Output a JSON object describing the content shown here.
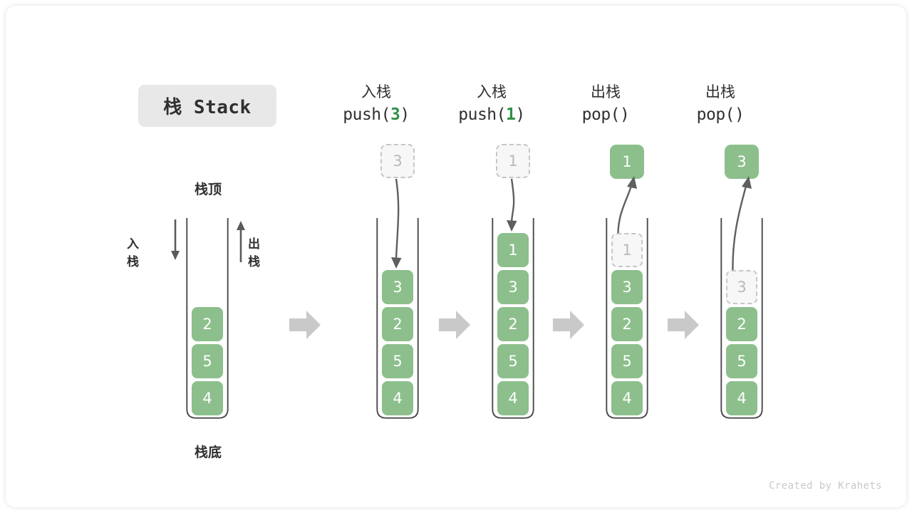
{
  "title": {
    "badge": "栈 Stack"
  },
  "colors": {
    "element": "#8cbf8c",
    "ghost_fill": "#f7f7f7",
    "ghost_border": "#c6c6c6",
    "accent_arg": "#2f8f46",
    "arrow_gray": "#b8b8b8",
    "stroke": "#555555",
    "text": "#303030"
  },
  "origin": {
    "label_top": "栈顶",
    "label_bottom": "栈底",
    "label_push": "入栈",
    "label_pop": "出栈",
    "stack": [
      "4",
      "5",
      "2"
    ],
    "capacity": 7
  },
  "steps": [
    {
      "id": "push-3",
      "head_cn": "入栈",
      "head_code_prefix": "push(",
      "head_code_arg": "3",
      "head_code_suffix": ")",
      "float_value": "3",
      "float_style": "ghost",
      "direction": "in",
      "stack": [
        "4",
        "5",
        "2",
        "3"
      ],
      "ghost_index": null,
      "capacity": 7
    },
    {
      "id": "push-1",
      "head_cn": "入栈",
      "head_code_prefix": "push(",
      "head_code_arg": "1",
      "head_code_suffix": ")",
      "float_value": "1",
      "float_style": "ghost",
      "direction": "in",
      "stack": [
        "4",
        "5",
        "2",
        "3",
        "1"
      ],
      "ghost_index": null,
      "capacity": 7
    },
    {
      "id": "pop-1",
      "head_cn": "出栈",
      "head_code_prefix": "pop(",
      "head_code_arg": "",
      "head_code_suffix": ")",
      "float_value": "1",
      "float_style": "filled",
      "direction": "out",
      "stack": [
        "4",
        "5",
        "2",
        "3",
        "1"
      ],
      "ghost_index": 4,
      "capacity": 7
    },
    {
      "id": "pop-3",
      "head_cn": "出栈",
      "head_code_prefix": "pop(",
      "head_code_arg": "",
      "head_code_suffix": ")",
      "float_value": "3",
      "float_style": "filled",
      "direction": "out",
      "stack": [
        "4",
        "5",
        "2",
        "3"
      ],
      "ghost_index": 3,
      "capacity": 7
    }
  ],
  "footer": {
    "credit": "Created by Krahets"
  }
}
